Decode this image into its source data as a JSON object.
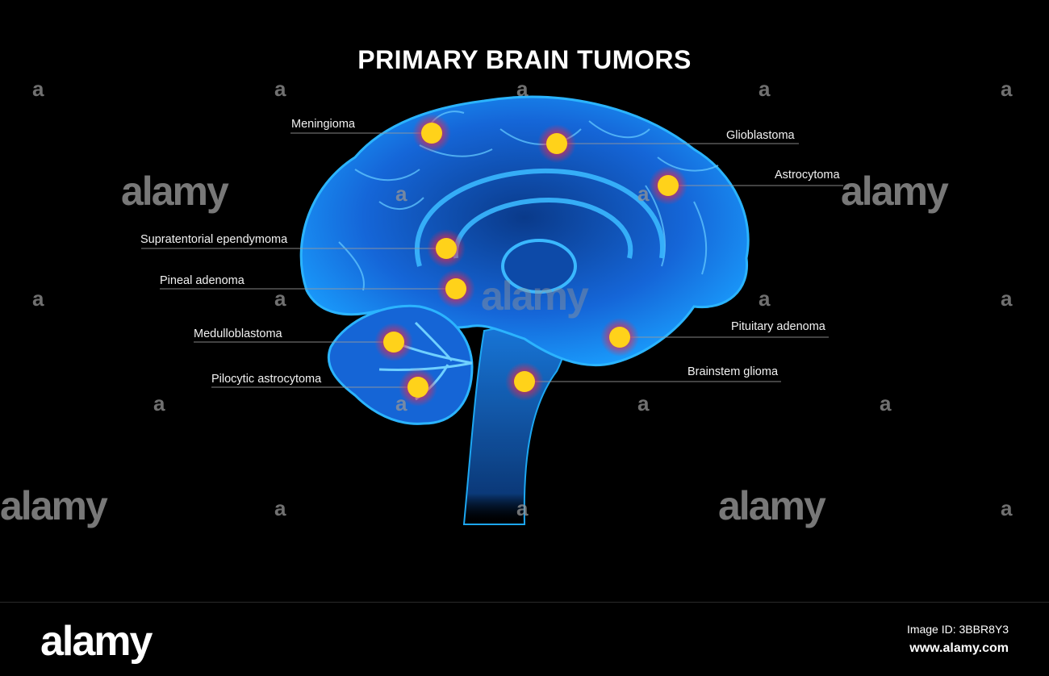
{
  "title": "PRIMARY BRAIN TUMORS",
  "labels": {
    "meningioma": "Meningioma",
    "glioblastoma": "Glioblastoma",
    "astrocytoma": "Astrocytoma",
    "supratentorial": "Supratentorial ependymoma",
    "pineal": "Pineal adenoma",
    "medulloblastoma": "Medulloblastoma",
    "pilocytic": "Pilocytic astrocytoma",
    "pituitary": "Pituitary adenoma",
    "brainstem": "Brainstem glioma"
  },
  "watermark": {
    "letter": "a",
    "word": "alamy"
  },
  "footer": {
    "logo": "alamy",
    "image_id": "Image ID: 3BBR8Y3",
    "url": "www.alamy.com"
  },
  "colors": {
    "brain": "#1a8fff",
    "tumor": "#ffd21a",
    "glow": "#ff2a4a"
  }
}
